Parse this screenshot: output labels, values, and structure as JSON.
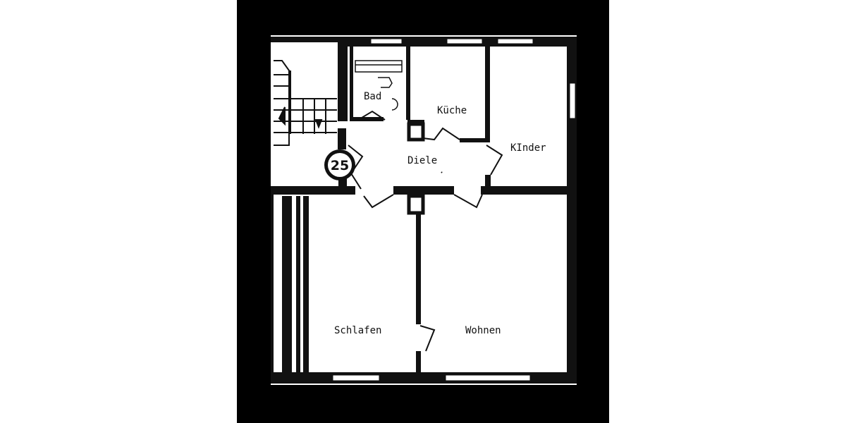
{
  "floor_plan": {
    "unit_number": "25",
    "rooms": {
      "bath": "Bad",
      "kitchen": "Küche",
      "children": "KInder",
      "hall": "Diele",
      "bedroom": "Schlafen",
      "living": "Wohnen"
    }
  },
  "colors": {
    "frame": "#000000",
    "paper": "#ffffff",
    "wall": "#111111",
    "window": "#ffffff"
  }
}
